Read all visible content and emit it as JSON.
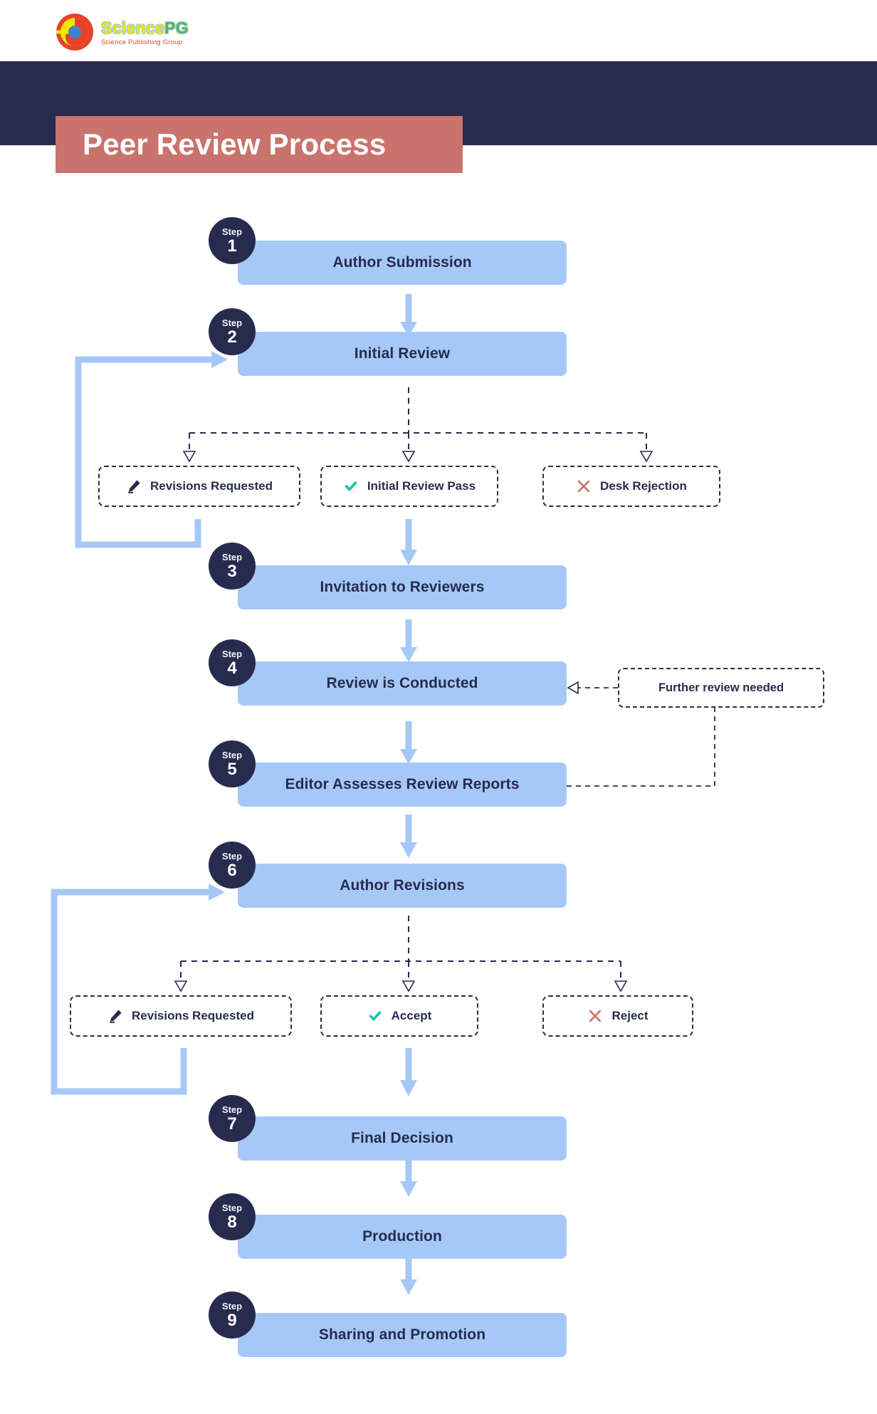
{
  "brand": {
    "logo_icon": "sciencepg-circular-logo",
    "name": "SciencePG",
    "name_part1": "Science",
    "name_part2": "PG",
    "tagline": "Science Publishing Group"
  },
  "header": {
    "title": "Peer Review Process",
    "band_color": "#272c4f",
    "plate_color": "#c8736c"
  },
  "colors": {
    "step_box": "#a6c8f7",
    "badge": "#272c4f",
    "arrow_solid": "#a6c8f7",
    "arrow_dashed": "#272c4f",
    "accept_icon": "#17c3a8",
    "reject_icon": "#c8736c",
    "pencil_icon": "#272c4f",
    "text": "#272c4f"
  },
  "steps": [
    {
      "badge_label": "Step",
      "number": "1",
      "title": "Author Submission"
    },
    {
      "badge_label": "Step",
      "number": "2",
      "title": "Initial Review"
    },
    {
      "badge_label": "Step",
      "number": "3",
      "title": "Invitation to Reviewers"
    },
    {
      "badge_label": "Step",
      "number": "4",
      "title": "Review is Conducted"
    },
    {
      "badge_label": "Step",
      "number": "5",
      "title": "Editor Assesses Review Reports"
    },
    {
      "badge_label": "Step",
      "number": "6",
      "title": "Author Revisions"
    },
    {
      "badge_label": "Step",
      "number": "7",
      "title": "Final Decision"
    },
    {
      "badge_label": "Step",
      "number": "8",
      "title": "Production"
    },
    {
      "badge_label": "Step",
      "number": "9",
      "title": "Sharing and Promotion"
    }
  ],
  "outcomes_initial_review": [
    {
      "icon": "pencil-icon",
      "label": "Revisions Requested"
    },
    {
      "icon": "check-icon",
      "label": "Initial Review Pass"
    },
    {
      "icon": "cross-icon",
      "label": "Desk Rejection"
    }
  ],
  "outcomes_author_revisions": [
    {
      "icon": "pencil-icon",
      "label": "Revisions Requested"
    },
    {
      "icon": "check-icon",
      "label": "Accept"
    },
    {
      "icon": "cross-icon",
      "label": "Reject"
    }
  ],
  "notes": [
    {
      "label": "Further review needed"
    }
  ]
}
